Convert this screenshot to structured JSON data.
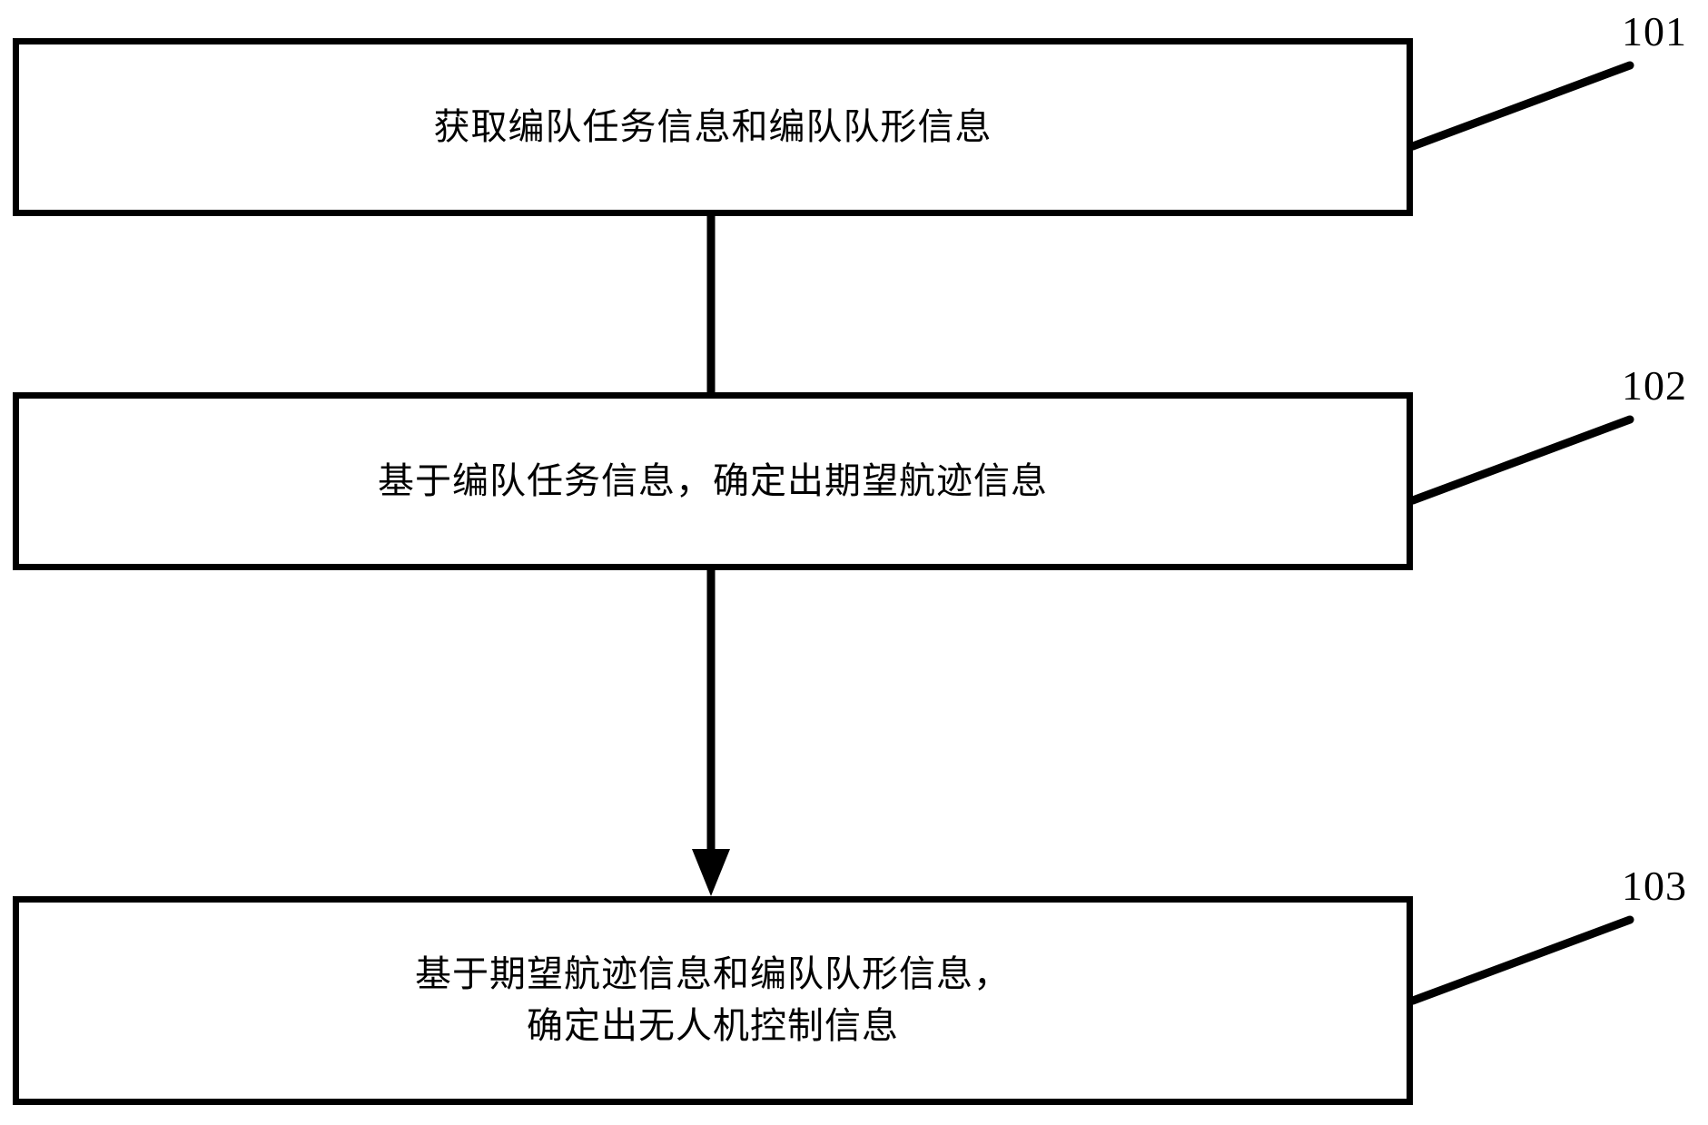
{
  "diagram": {
    "type": "flowchart",
    "title": "",
    "background_color": "#ffffff",
    "line_color": "#000000",
    "steps": [
      {
        "ref": "101",
        "text": "获取编队任务信息和编队队形信息",
        "lines": [
          "获取编队任务信息和编队队形信息"
        ]
      },
      {
        "ref": "102",
        "text": "基于编队任务信息，确定出期望航迹信息",
        "lines": [
          "基于编队任务信息，确定出期望航迹信息"
        ]
      },
      {
        "ref": "103",
        "text": "基于期望航迹信息和编队队形信息，\n确定出无人机控制信息",
        "lines": [
          "基于期望航迹信息和编队队形信息，",
          "确定出无人机控制信息"
        ]
      }
    ],
    "connectors": [
      {
        "from": "101",
        "to": "102",
        "kind": "down-arrow"
      },
      {
        "from": "102",
        "to": "103",
        "kind": "down-arrow"
      }
    ]
  }
}
